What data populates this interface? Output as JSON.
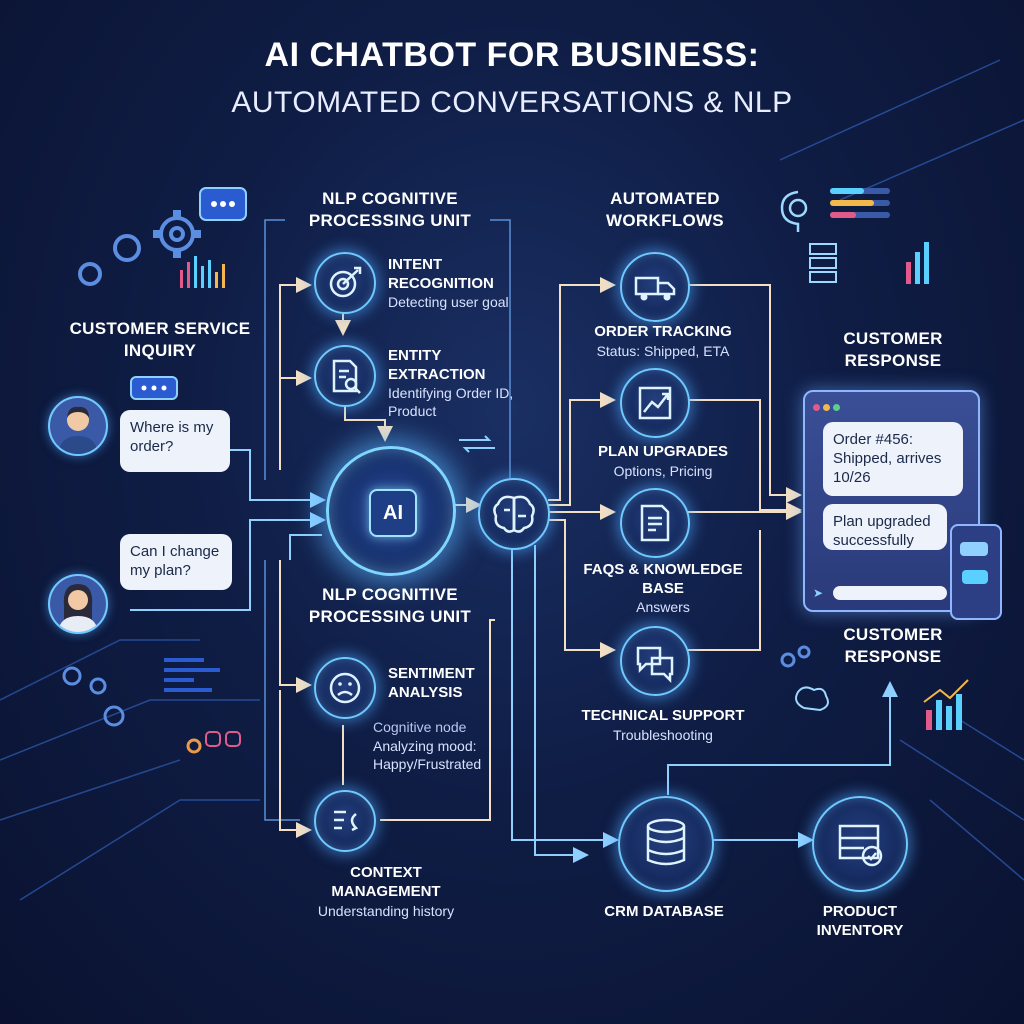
{
  "title": {
    "line1": "AI CHATBOT FOR BUSINESS:",
    "line2": "AUTOMATED CONVERSATIONS & NLP"
  },
  "inquiry": {
    "title": "CUSTOMER SERVICE INQUIRY",
    "messages": [
      "Where is my order?",
      "Can I change my plan?"
    ]
  },
  "nlp_unit": {
    "title_top": "NLP COGNITIVE PROCESSING UNIT",
    "title_bottom": "NLP COGNITIVE PROCESSING UNIT",
    "core_label": "AI"
  },
  "nlp_nodes": {
    "intent": {
      "title": "INTENT RECOGNITION",
      "desc": "Detecting user goal"
    },
    "entity": {
      "title": "ENTITY EXTRACTION",
      "desc": "Identifying Order ID, Product"
    },
    "sentiment": {
      "title": "SENTIMENT ANALYSIS",
      "desc_1": "Cognitive node",
      "desc_2": "Analyzing mood: Happy/Frustrated"
    },
    "context": {
      "title": "CONTEXT MANAGEMENT",
      "desc": "Understanding history"
    }
  },
  "workflows": {
    "title": "AUTOMATED WORKFLOWS",
    "order": {
      "title": "ORDER TRACKING",
      "desc": "Status: Shipped, ETA"
    },
    "plan": {
      "title": "PLAN UPGRADES",
      "desc": "Options, Pricing"
    },
    "faq": {
      "title": "FAQS & KNOWLEDGE BASE",
      "desc": "Answers"
    },
    "support": {
      "title": "TECHNICAL SUPPORT",
      "desc": "Troubleshooting"
    }
  },
  "response": {
    "title_top": "CUSTOMER RESPONSE",
    "title_bottom": "CUSTOMER RESPONSE",
    "messages": [
      "Order #456: Shipped, arrives 10/26",
      "Plan upgraded successfully"
    ]
  },
  "data_sources": {
    "crm": "CRM DATABASE",
    "inventory": "PRODUCT INVENTORY"
  },
  "colors": {
    "glow": "#6fc9ff",
    "arrow": "#f2dfc4",
    "background": "#0f1d45"
  }
}
